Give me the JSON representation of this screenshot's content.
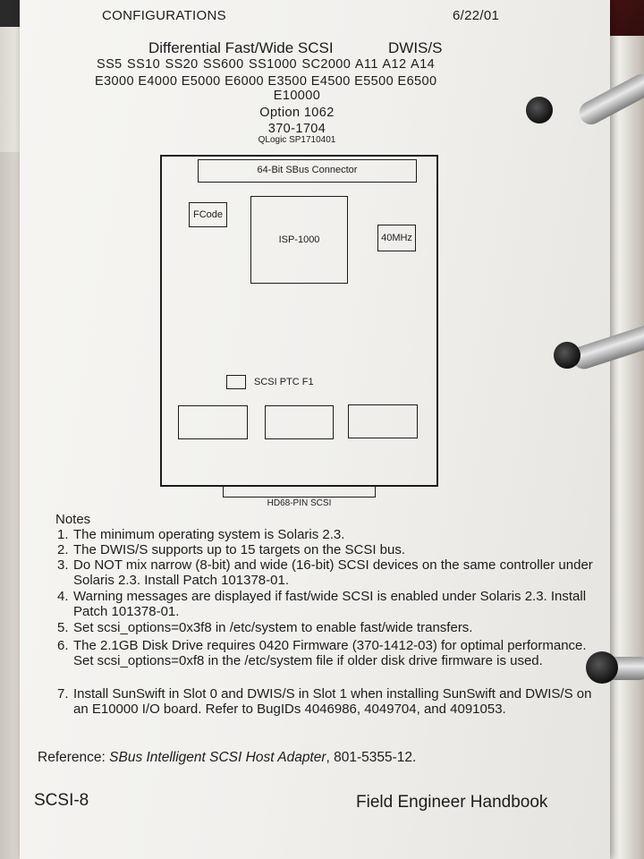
{
  "header": {
    "section": "CONFIGURATIONS",
    "date": "6/22/01"
  },
  "title": {
    "main": "Differential Fast/Wide SCSI",
    "abbr": "DWIS/S"
  },
  "models": {
    "line1": "SS5  SS10  SS20  SS600  SS1000  SC2000  A11  A12  A14",
    "line2": "E3000  E4000  E5000  E6000  E3500  E4500  E5500  E6500",
    "line3": "E10000"
  },
  "option": "Option 1062",
  "part_number": "370-1704",
  "vendor_part": "QLogic SP1710401",
  "board": {
    "connector_top": "64-Bit SBus Connector",
    "fcode": "FCode",
    "chip": "ISP-1000",
    "clock": "40MHz",
    "ptc": "SCSI PTC F1",
    "connector_bottom": "HD68-PIN SCSI"
  },
  "notes": {
    "heading": "Notes",
    "items": [
      {
        "num": "1.",
        "text": "The minimum operating system is Solaris 2.3."
      },
      {
        "num": "2.",
        "text": "The DWIS/S supports up to 15 targets on the SCSI bus."
      },
      {
        "num": "3.",
        "text": "Do NOT mix narrow (8-bit) and wide (16-bit) SCSI devices on the same controller under Solaris 2.3. Install Patch 101378-01."
      },
      {
        "num": "4.",
        "text": "Warning messages are displayed if fast/wide SCSI is enabled under Solaris 2.3. Install Patch 101378-01."
      },
      {
        "num": "5.",
        "text": "Set scsi_options=0x3f8 in /etc/system to enable fast/wide transfers."
      },
      {
        "num": "6.",
        "text": "The 2.1GB Disk Drive requires 0420 Firmware (370-1412-03) for optimal performance. Set scsi_options=0xf8 in the /etc/system file if older disk drive firmware is used."
      },
      {
        "num": "7.",
        "text": "Install SunSwift in Slot 0 and DWIS/S in Slot 1 when installing SunSwift and DWIS/S on an E10000 I/O board. Refer to BugIDs 4046986, 4049704, and 4091053."
      }
    ]
  },
  "reference": {
    "label": "Reference: ",
    "title": "SBus Intelligent SCSI Host Adapter",
    "number": ", 801-5355-12."
  },
  "footer": {
    "left": "SCSI-8",
    "right": "Field Engineer Handbook"
  }
}
